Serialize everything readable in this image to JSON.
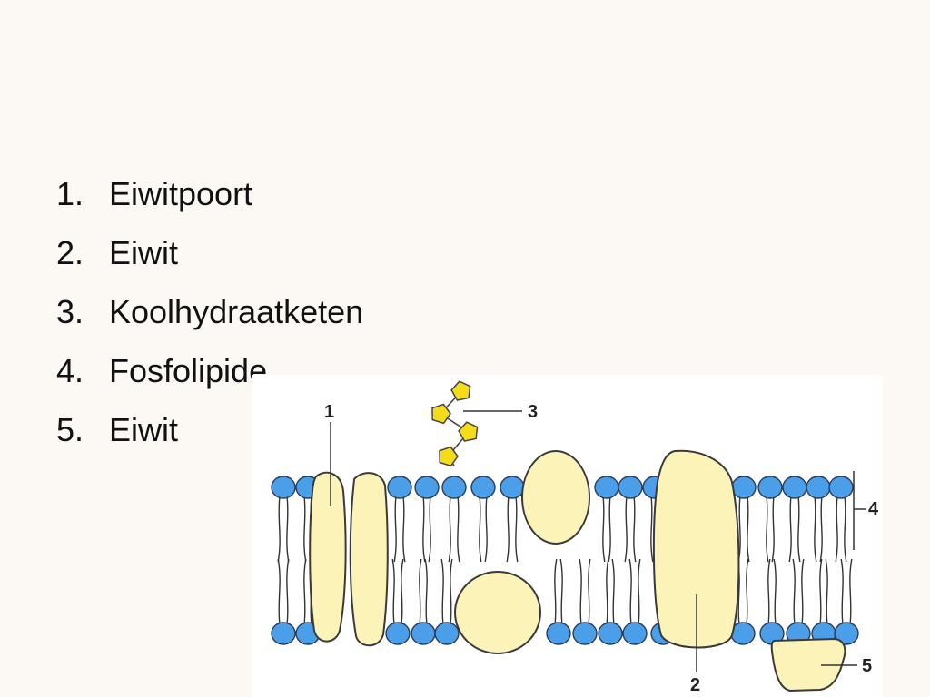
{
  "legend": {
    "items": [
      {
        "number": "1.",
        "text": "Eiwitpoort"
      },
      {
        "number": "2.",
        "text": "Eiwit"
      },
      {
        "number": "3.",
        "text": "Koolhydraatketen"
      },
      {
        "number": "4.",
        "text": "Fosfolipide"
      },
      {
        "number": "5.",
        "text": "Eiwit"
      }
    ]
  },
  "diagram": {
    "callouts": [
      "1",
      "2",
      "3",
      "4",
      "5"
    ]
  },
  "colors": {
    "background": "#fcf8f4",
    "phospholipid_head": "#4a9fe8",
    "phospholipid_outline": "#2b3d5c",
    "protein_fill": "#fbf3b8",
    "protein_outline": "#3a3a3a",
    "carbohydrate": "#f5dc1a"
  }
}
